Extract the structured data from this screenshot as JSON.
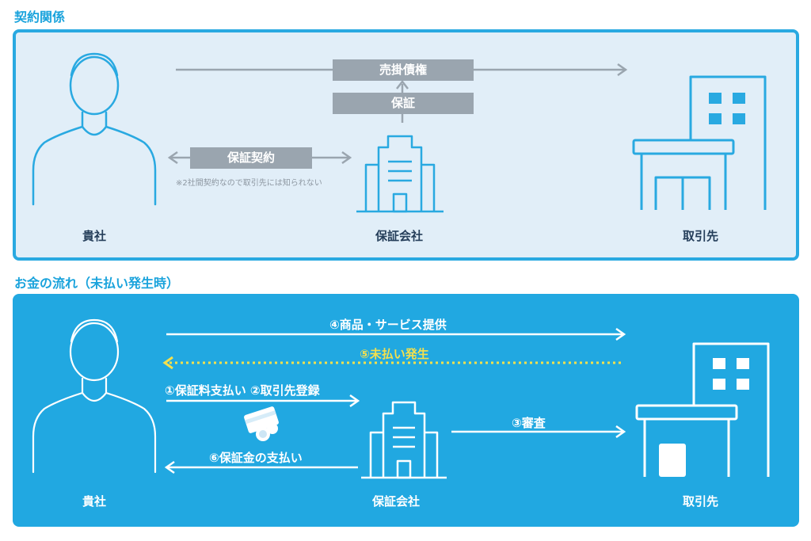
{
  "sections": {
    "contract_title": "契約関係",
    "flow_title": "お金の流れ（未払い発生時）"
  },
  "contract": {
    "company": "貴社",
    "guarantor": "保証会社",
    "client": "取引先",
    "receivable": "売掛債権",
    "guarantee": "保証",
    "guarantee_contract": "保証契約",
    "note": "※2社間契約なので取引先には知られない"
  },
  "flow": {
    "company": "貴社",
    "guarantor": "保証会社",
    "client": "取引先",
    "step4": "④商品・サービス提供",
    "step5": "⑤未払い発生",
    "step12": "①保証料支払い ②取引先登録",
    "step3": "③審査",
    "step6": "⑥保証金の支払い"
  },
  "colors": {
    "accent_blue": "#29a9e1",
    "panel_light": "#e1eef8",
    "panel_blue": "#21a8e1",
    "label_gray": "#9aa5af",
    "warning_yellow": "#f4e04d",
    "text_navy": "#253e5a"
  }
}
